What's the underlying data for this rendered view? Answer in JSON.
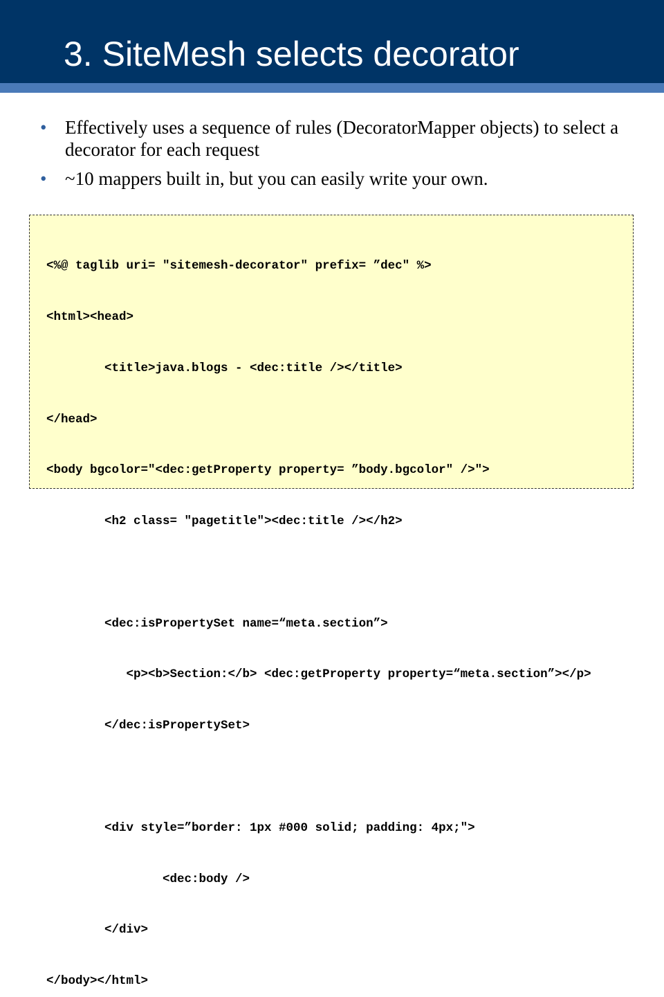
{
  "slide": {
    "title": "3. SiteMesh selects decorator",
    "bullet_glyph": "•",
    "bullets": [
      "Effectively uses a sequence of rules (DecoratorMapper objects) to select a decorator for each request",
      "~10 mappers built in, but you can easily write your own."
    ]
  },
  "code": {
    "lines": [
      "<%@ taglib uri= \"sitemesh-decorator\" prefix= ”dec\" %>",
      "<html><head>",
      "        <title>java.blogs - <dec:title /></title>",
      "</head>",
      "<body bgcolor=\"<dec:getProperty property= ”body.bgcolor\" />\">",
      "        <h2 class= \"pagetitle\"><dec:title /></h2>",
      "",
      "        <dec:isPropertySet name=“meta.section”>",
      "           <p><b>Section:</b> <dec:getProperty property=“meta.section”></p>",
      "        </dec:isPropertySet>",
      "",
      "        <div style=”border: 1px #000 solid; padding: 4px;\">",
      "                <dec:body />",
      "        </div>",
      "</body></html>"
    ]
  },
  "colors": {
    "title_bar": "#003466",
    "title_stripe": "#4a7ab8",
    "code_background": "#ffffcc"
  }
}
